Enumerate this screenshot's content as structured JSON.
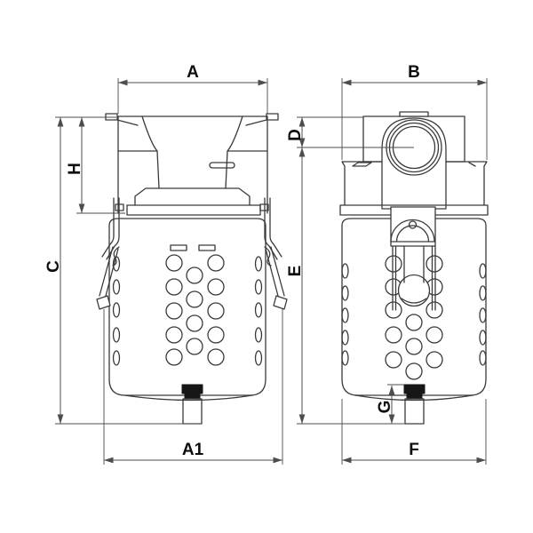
{
  "colors": {
    "background": "#ffffff",
    "part_line": "#3a3a3a",
    "dimension_line": "#4d4d4d",
    "label_text": "#0d0d0d",
    "drain_fill": "#161616"
  },
  "dimensions": {
    "a": "A",
    "b": "B",
    "c": "C",
    "d": "D",
    "e": "E",
    "f": "F",
    "g": "G",
    "h": "H",
    "a1": "A1"
  }
}
